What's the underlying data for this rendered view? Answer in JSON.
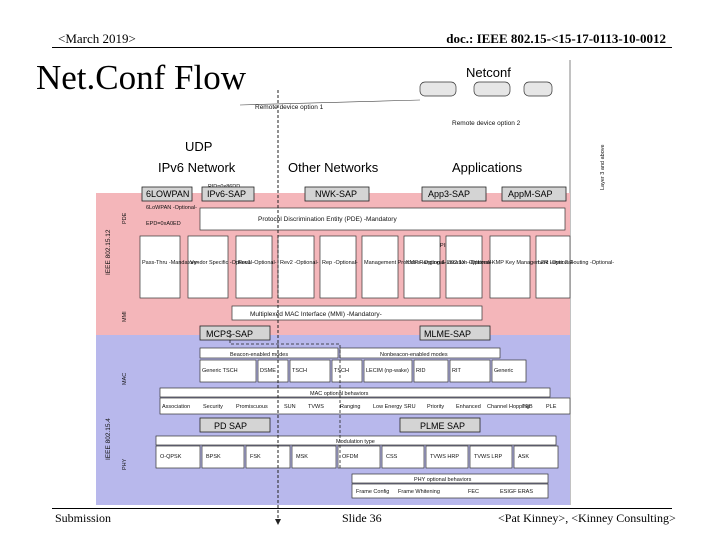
{
  "header": {
    "left": "<March 2019>",
    "right": "doc.: IEEE 802.15-<15-17-0113-10-0012"
  },
  "title": "Net.Conf Flow",
  "footer": {
    "left": "Submission",
    "center": "Slide 36",
    "right": "<Pat Kinney>, <Kinney Consulting>"
  },
  "diagram": {
    "netconf": "Netconf",
    "remote_option_1": "Remote device option 1",
    "remote_option_2": "Remote device option 2",
    "udp": "UDP",
    "ipv6_network": "IPv6 Network",
    "other_networks": "Other Networks",
    "applications": "Applications",
    "pid_label": "PID=0x86DD",
    "sap_row1": [
      "6LOWPAN",
      "IPv6-SAP",
      "NWK-SAP",
      "App3-SAP",
      "AppM-SAP"
    ],
    "pde_label": "Protocol Discrimination Entity (PDE) -Mandatory",
    "pde_short": "PDE",
    "epd_label": "EPD=0xA0ED",
    "sixlowpan_box": "6LoWPAN -Optional-",
    "pid_888e": "PID=0x888E",
    "modules": [
      "Pass-Thru -Mandatory-",
      "Vendor Specific -Optional-",
      "Rev1 -Optional-",
      "Rev2 -Optional-",
      "Rep -Optional-",
      "Management Protocols -Optional-",
      "KMP Ranging & Location -Optional-",
      "802.1X -Optional-",
      "KMP Key Management -Optional-",
      "L2R Layer 2 Routing -Optional-"
    ],
    "mmi_label": "Multiplexed MAC Interface (MMI) -Mandatory-",
    "mmi_short": "MMI",
    "ieee_802_15_12": "IEEE 802.15.12",
    "ieee_802_15_4": "IEEE 802.15.4",
    "mcps_sap": "MCPS-SAP",
    "mlme_sap": "MLME-SAP",
    "beacon_enabled": "Beacon-enabled modes",
    "nonbeacon_enabled": "Nonbeacon-enabled modes",
    "mac_modes": [
      "Generic TSCH",
      "DSME",
      "TSCH",
      "TSCH",
      "LECIM (np-wake)",
      "RID",
      "RIT",
      "Generic"
    ],
    "mac_optional": "MAC optional behaviors",
    "mac_behaviors": [
      "Association",
      "Security",
      "Promiscuous",
      "SUN",
      "TVWS",
      "Ranging",
      "Low Energy",
      "SRU",
      "Priority",
      "Enhanced",
      "Channel Hopping",
      "TEB",
      "PLE"
    ],
    "pd_sap": "PD SAP",
    "plme_sap": "PLME SAP",
    "modulation_type": "Modulation type",
    "phy_modes": [
      "O-QPSK",
      "BPSK",
      "FSK",
      "MSK",
      "OFDM",
      "CSS",
      "TVWS HRP",
      "TVWS LRP",
      "ASK"
    ],
    "phy_optional": "PHY optional behaviors",
    "phy_behaviors": [
      "Frame Config",
      "Frame Whitening",
      "FEC",
      "ESIGF ERAS"
    ],
    "layer_labels": [
      "MAC",
      "PHY",
      "Layer 3 and above"
    ]
  }
}
